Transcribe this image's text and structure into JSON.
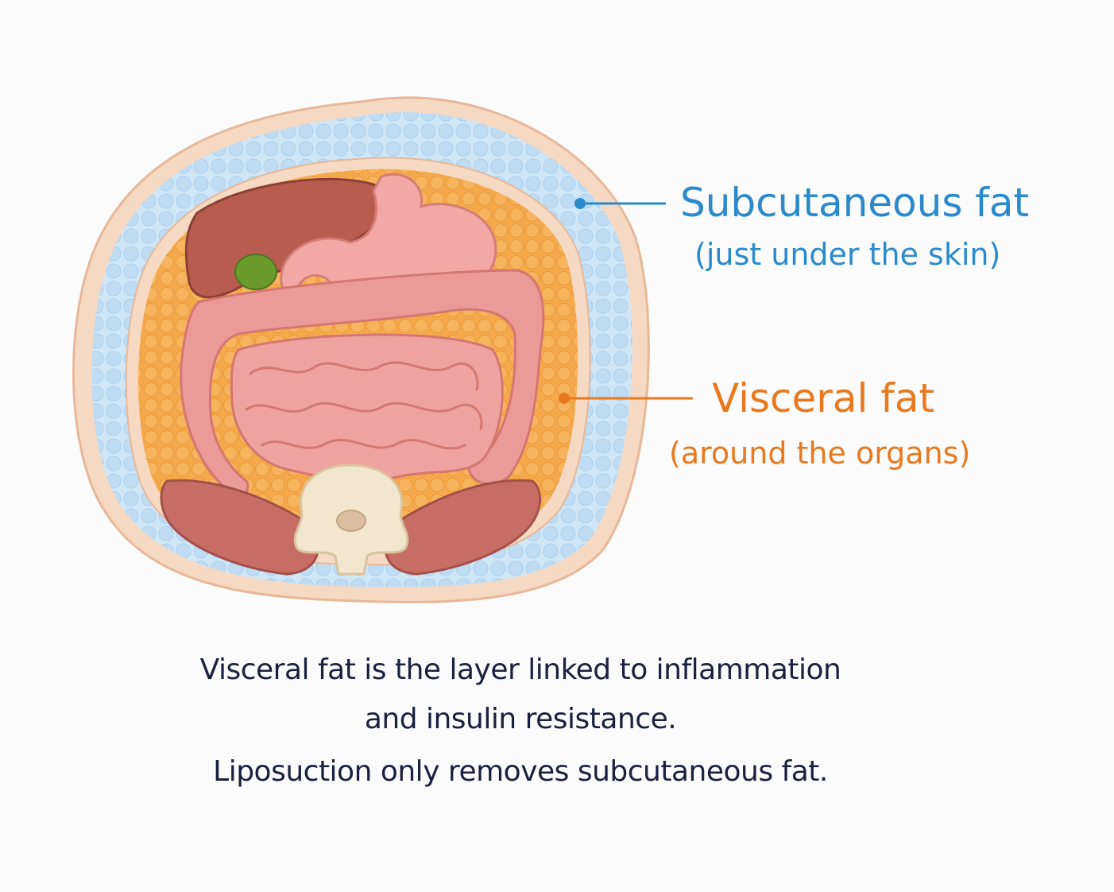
{
  "labels": {
    "subcutaneous": {
      "title": "Subcutaneous fat",
      "subtitle": "(just under the skin)",
      "color": "#2a8acc"
    },
    "visceral": {
      "title": "Visceral fat",
      "subtitle": "(around the organs)",
      "color": "#e8791f"
    }
  },
  "caption": {
    "line1": "Visceral fat is the layer linked to inflammation",
    "line2": "and insulin resistance.",
    "line3": "Liposuction only removes subcutaneous fat."
  },
  "colors": {
    "skin": "#f6d9c2",
    "subcutaneous_fat": "#cfe6f7",
    "visceral_fat": "#f7b257",
    "intestine": "#ec9a98",
    "liver": "#b85c4f",
    "stomach": "#f2a9a5",
    "gallbladder": "#6a9a2c",
    "muscle": "#c76d66",
    "bone": "#f2e6cf"
  }
}
